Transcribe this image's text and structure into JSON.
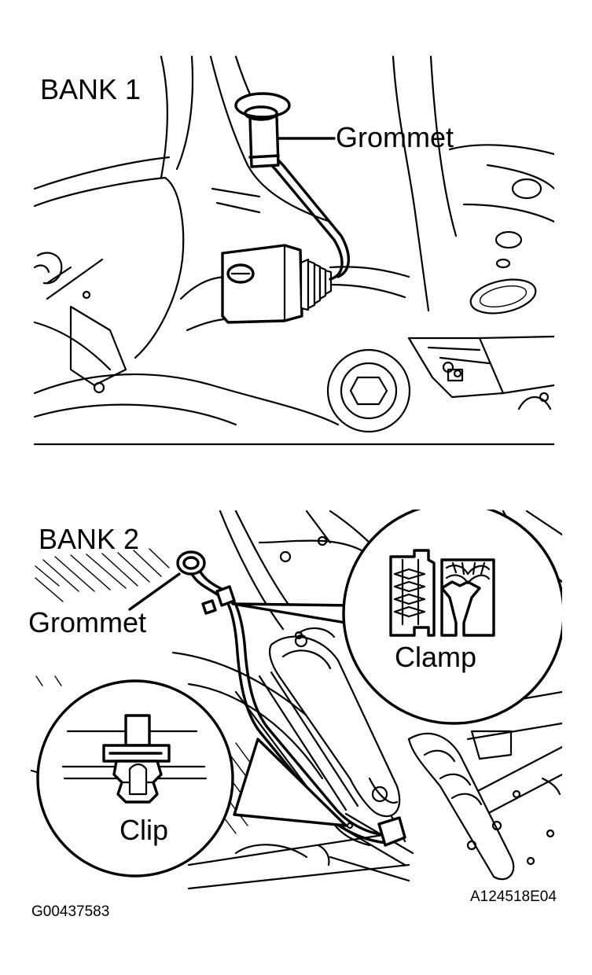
{
  "panel_top": {
    "bank_label": "BANK 1",
    "callout_grommet": "Grommet"
  },
  "panel_bottom": {
    "bank_label": "BANK 2",
    "callout_grommet": "Grommet",
    "inset_clamp": "Clamp",
    "inset_clip": "Clip"
  },
  "footer": {
    "left_code": "G00437583",
    "right_code": "A124518E04"
  }
}
